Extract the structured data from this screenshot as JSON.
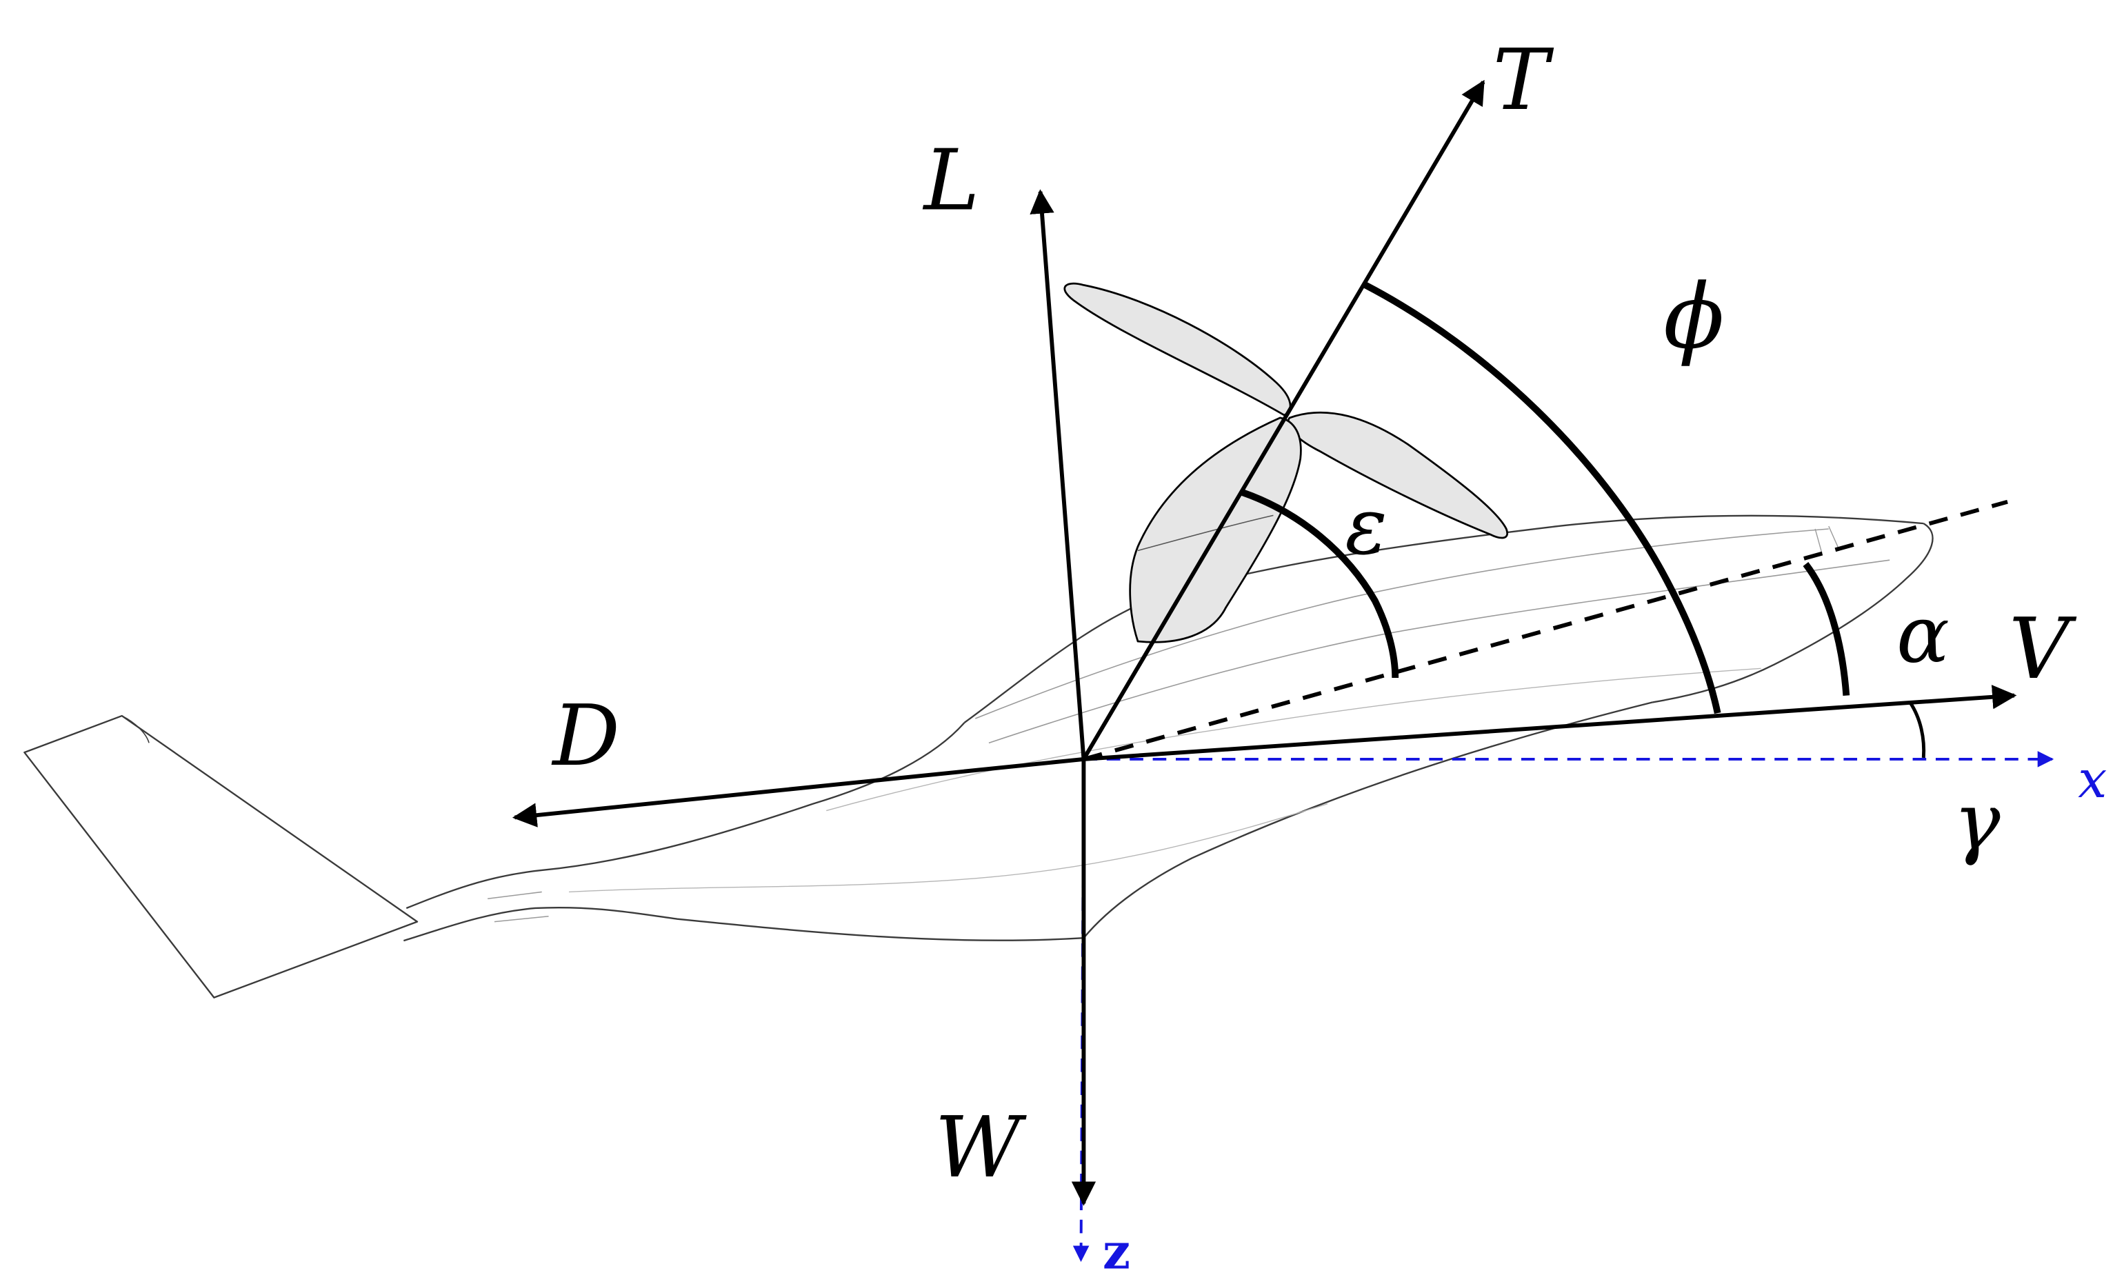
{
  "forces": {
    "lift": "L",
    "thrust": "T",
    "drag": "D",
    "weight": "W",
    "velocity": "V"
  },
  "angles": {
    "phi": "ϕ",
    "epsilon": "ε",
    "alpha": "α",
    "gamma": "γ"
  },
  "axes": {
    "x": "x",
    "z": "z"
  },
  "colors": {
    "ink": "#000000",
    "axis": "#1515e0",
    "outline": "#3a3a3a",
    "propeller_fill": "#e6e6e6"
  }
}
